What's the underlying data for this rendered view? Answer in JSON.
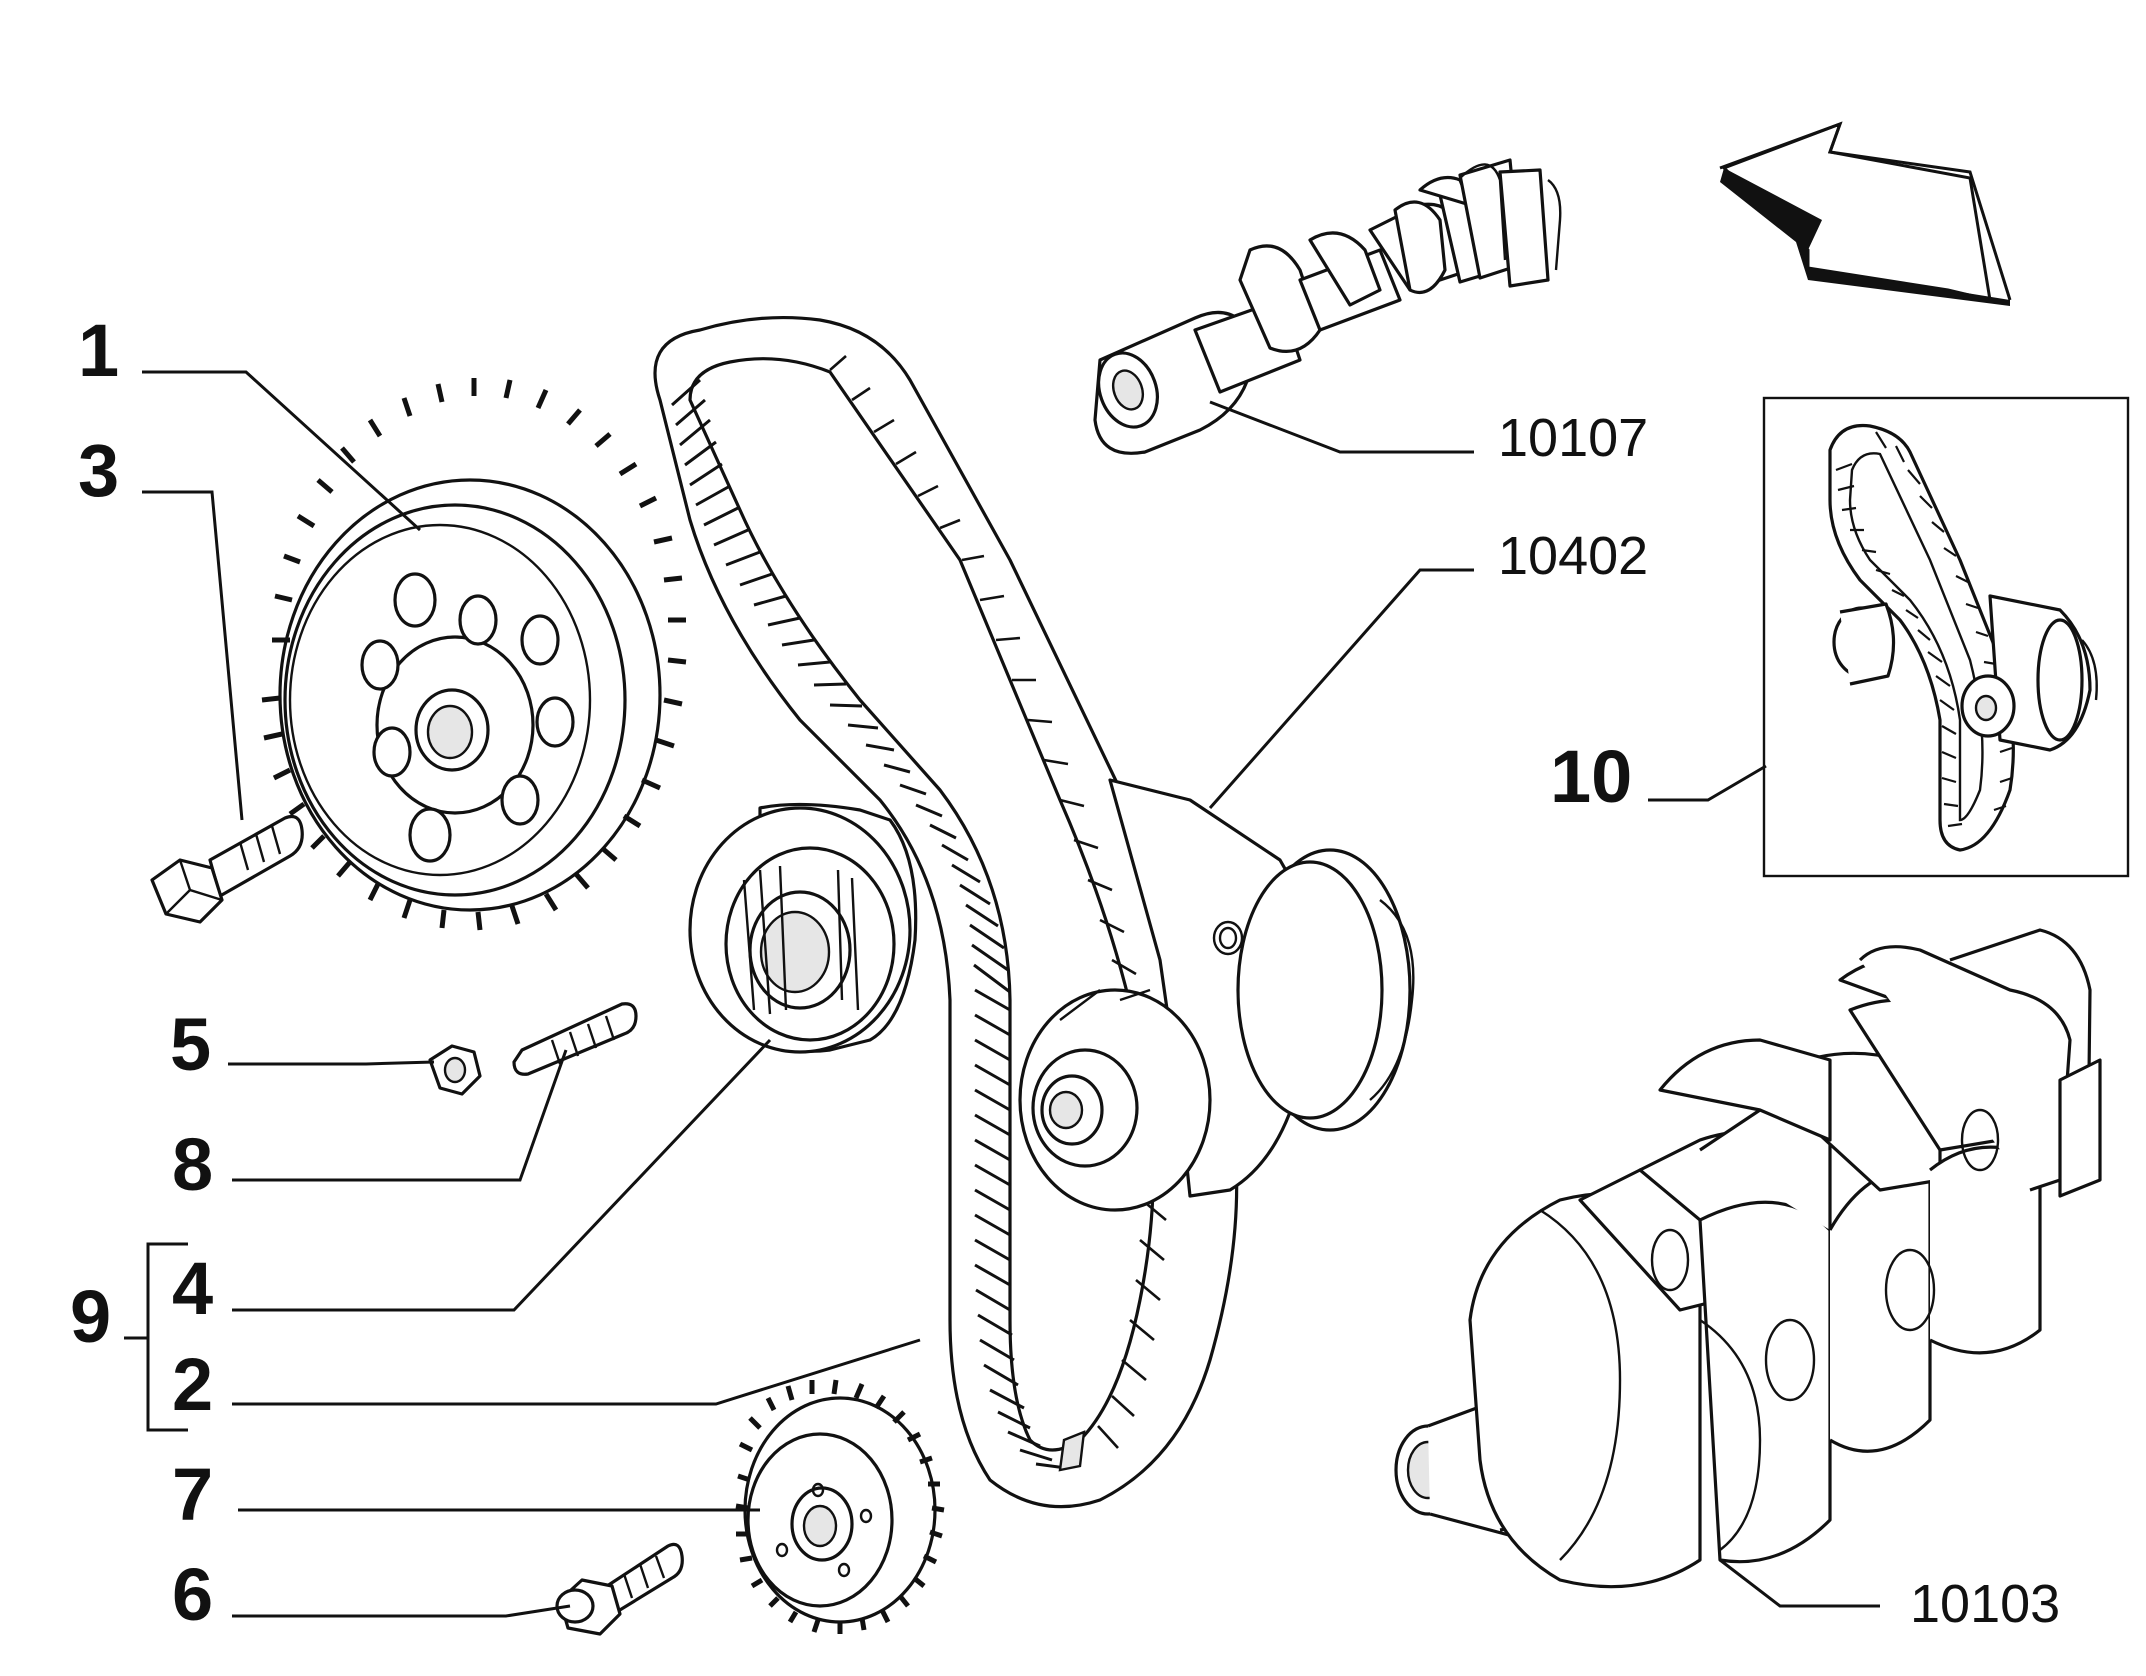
{
  "labels": {
    "part_1": "1",
    "part_3": "3",
    "part_5": "5",
    "part_8": "8",
    "part_9": "9",
    "part_4": "4",
    "part_2": "2",
    "part_7": "7",
    "part_6": "6",
    "part_10": "10",
    "ref_camshaft": "10107",
    "ref_cover": "10402",
    "ref_crankshaft": "10103"
  }
}
